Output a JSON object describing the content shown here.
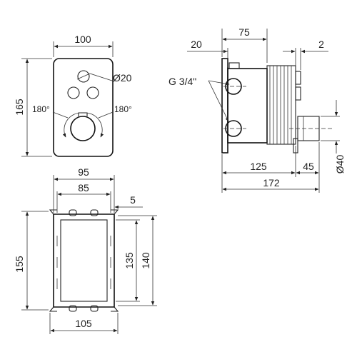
{
  "front_view": {
    "dims": {
      "width": "100",
      "height": "165",
      "button_diameter": "Ø20",
      "angle_left": "180°",
      "angle_right": "180°"
    }
  },
  "side_view": {
    "dims": {
      "plate": "20",
      "top_length": "75",
      "gap": "2",
      "thread": "G 3/4\"",
      "body_length": "125",
      "stem_length": "45",
      "total_length": "172",
      "stem_diameter": "Ø40"
    }
  },
  "box_view": {
    "dims": {
      "outer_width": "95",
      "inner_width": "85",
      "wall": "5",
      "outer_height": "155",
      "inner_height": "135",
      "mid_height": "140",
      "bottom_width": "105"
    }
  },
  "colors": {
    "line": "#222222",
    "background": "#ffffff"
  }
}
